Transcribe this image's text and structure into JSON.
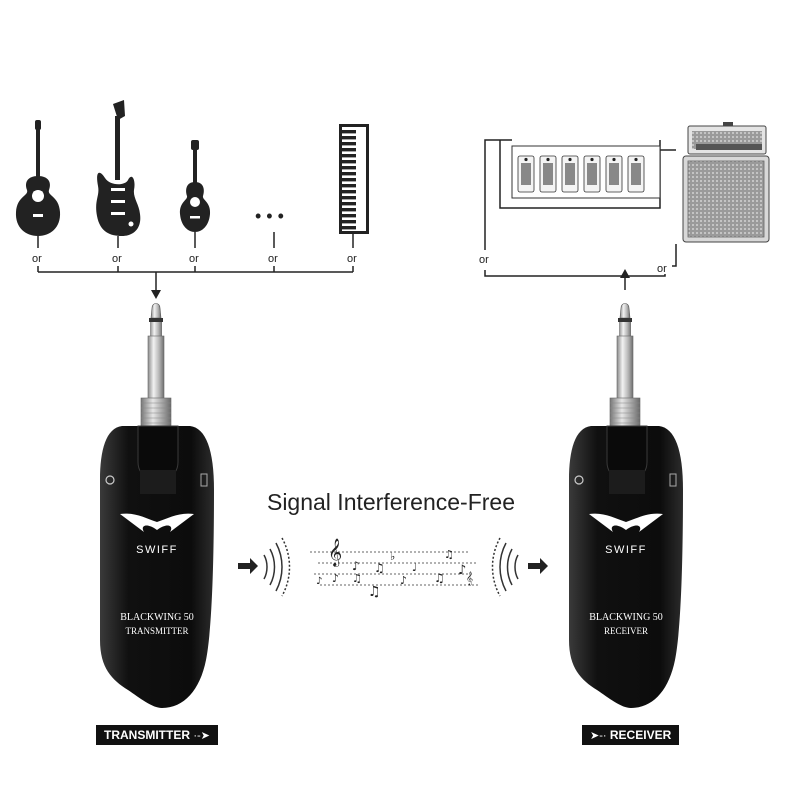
{
  "headline": "Signal Interference-Free",
  "or_label": "or",
  "ellipsis": "• • •",
  "transmitter": {
    "brand": "SWIFF",
    "model": "BLACKWING 50",
    "role": "TRANSMITTER",
    "tag_label": "TRANSMITTER",
    "tag_arrow": "·-➤"
  },
  "receiver": {
    "brand": "SWIFF",
    "model": "BLACKWING 50",
    "role": "RECEIVER",
    "tag_label": "RECEIVER",
    "tag_arrow": "➤-·"
  },
  "instruments": [
    "acoustic-guitar",
    "electric-guitar",
    "ukulele",
    "more",
    "keyboard"
  ],
  "outputs": [
    "effects-pedalboard",
    "amplifier"
  ],
  "colors": {
    "device_body": "#151515",
    "line": "#222222",
    "tag_bg": "#111111"
  }
}
